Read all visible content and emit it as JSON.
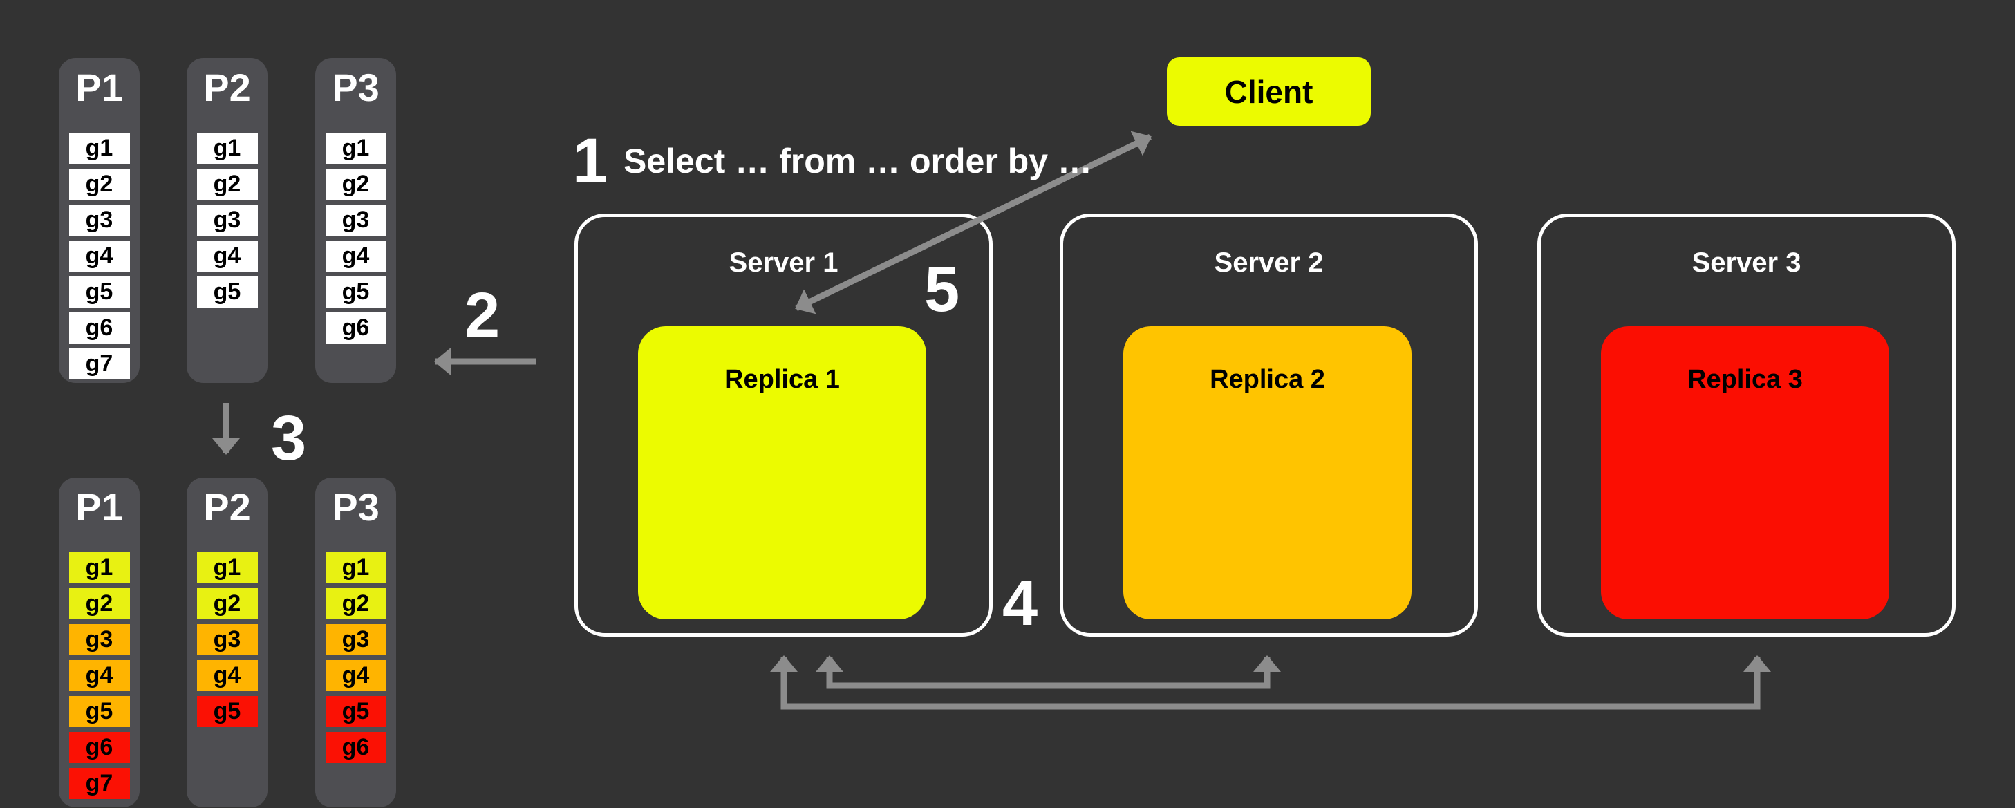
{
  "colors": {
    "background": "#333333",
    "column": "#4e4e52",
    "box_white": "#ffffff",
    "server_border": "#ffffff",
    "arrow": "#8c8c8c",
    "yellow": "#ecfb00",
    "orange": "#ffc400",
    "red": "#fb0e02",
    "g_yellow": "#e8f112",
    "g_orange": "#ffb400",
    "g_red": "#fb1104",
    "text_light": "#ffffff",
    "text_dark": "#000000"
  },
  "steps": {
    "n1": "1",
    "n2": "2",
    "n3": "3",
    "n4": "4",
    "n5": "5"
  },
  "query": "Select … from … order by …",
  "client": {
    "label": "Client"
  },
  "servers": [
    {
      "title": "Server 1",
      "replica_label": "Replica 1",
      "replica_color_key": "yellow"
    },
    {
      "title": "Server 2",
      "replica_label": "Replica 2",
      "replica_color_key": "orange"
    },
    {
      "title": "Server 3",
      "replica_label": "Replica 3",
      "replica_color_key": "red"
    }
  ],
  "partitions_unsorted": [
    {
      "title": "P1",
      "rows": [
        "g1",
        "g2",
        "g3",
        "g4",
        "g5",
        "g6",
        "g7"
      ]
    },
    {
      "title": "P2",
      "rows": [
        "g1",
        "g2",
        "g3",
        "g4",
        "g5"
      ]
    },
    {
      "title": "P3",
      "rows": [
        "g1",
        "g2",
        "g3",
        "g4",
        "g5",
        "g6"
      ]
    }
  ],
  "partitions_sorted": [
    {
      "title": "P1",
      "rows": [
        {
          "label": "g1",
          "color": "g_yellow"
        },
        {
          "label": "g2",
          "color": "g_yellow"
        },
        {
          "label": "g3",
          "color": "g_orange"
        },
        {
          "label": "g4",
          "color": "g_orange"
        },
        {
          "label": "g5",
          "color": "g_orange"
        },
        {
          "label": "g6",
          "color": "g_red"
        },
        {
          "label": "g7",
          "color": "g_red"
        }
      ]
    },
    {
      "title": "P2",
      "rows": [
        {
          "label": "g1",
          "color": "g_yellow"
        },
        {
          "label": "g2",
          "color": "g_yellow"
        },
        {
          "label": "g3",
          "color": "g_orange"
        },
        {
          "label": "g4",
          "color": "g_orange"
        },
        {
          "label": "g5",
          "color": "g_red"
        }
      ]
    },
    {
      "title": "P3",
      "rows": [
        {
          "label": "g1",
          "color": "g_yellow"
        },
        {
          "label": "g2",
          "color": "g_yellow"
        },
        {
          "label": "g3",
          "color": "g_orange"
        },
        {
          "label": "g4",
          "color": "g_orange"
        },
        {
          "label": "g5",
          "color": "g_red"
        },
        {
          "label": "g6",
          "color": "g_red"
        }
      ]
    }
  ]
}
